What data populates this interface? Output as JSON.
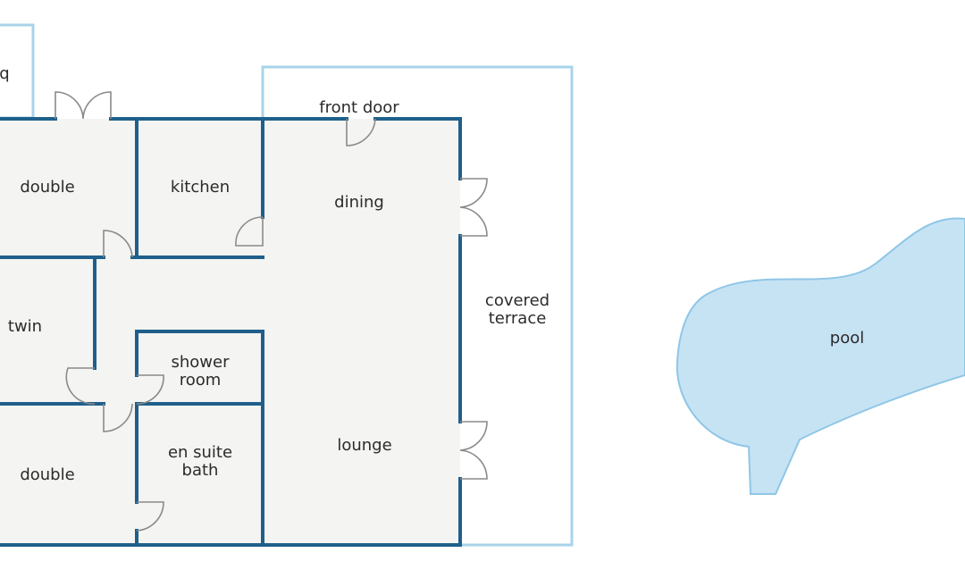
{
  "colors": {
    "wall": "#1f5f8b",
    "outline": "#a9d3ea",
    "floor": "#f4f4f2",
    "pool_fill": "#c6e3f4",
    "pool_stroke": "#8fc6e6",
    "door": "#8a8a8a",
    "text": "#2b2b2b"
  },
  "labels": {
    "bbq": "q",
    "front_door": "front door",
    "double_top": "double",
    "kitchen": "kitchen",
    "dining": "dining",
    "covered_terrace_1": "covered",
    "covered_terrace_2": "terrace",
    "twin": "twin",
    "shower_room_1": "shower",
    "shower_room_2": "room",
    "en_suite_1": "en suite",
    "en_suite_2": "bath",
    "double_bottom": "double",
    "lounge": "lounge",
    "pool": "pool"
  }
}
